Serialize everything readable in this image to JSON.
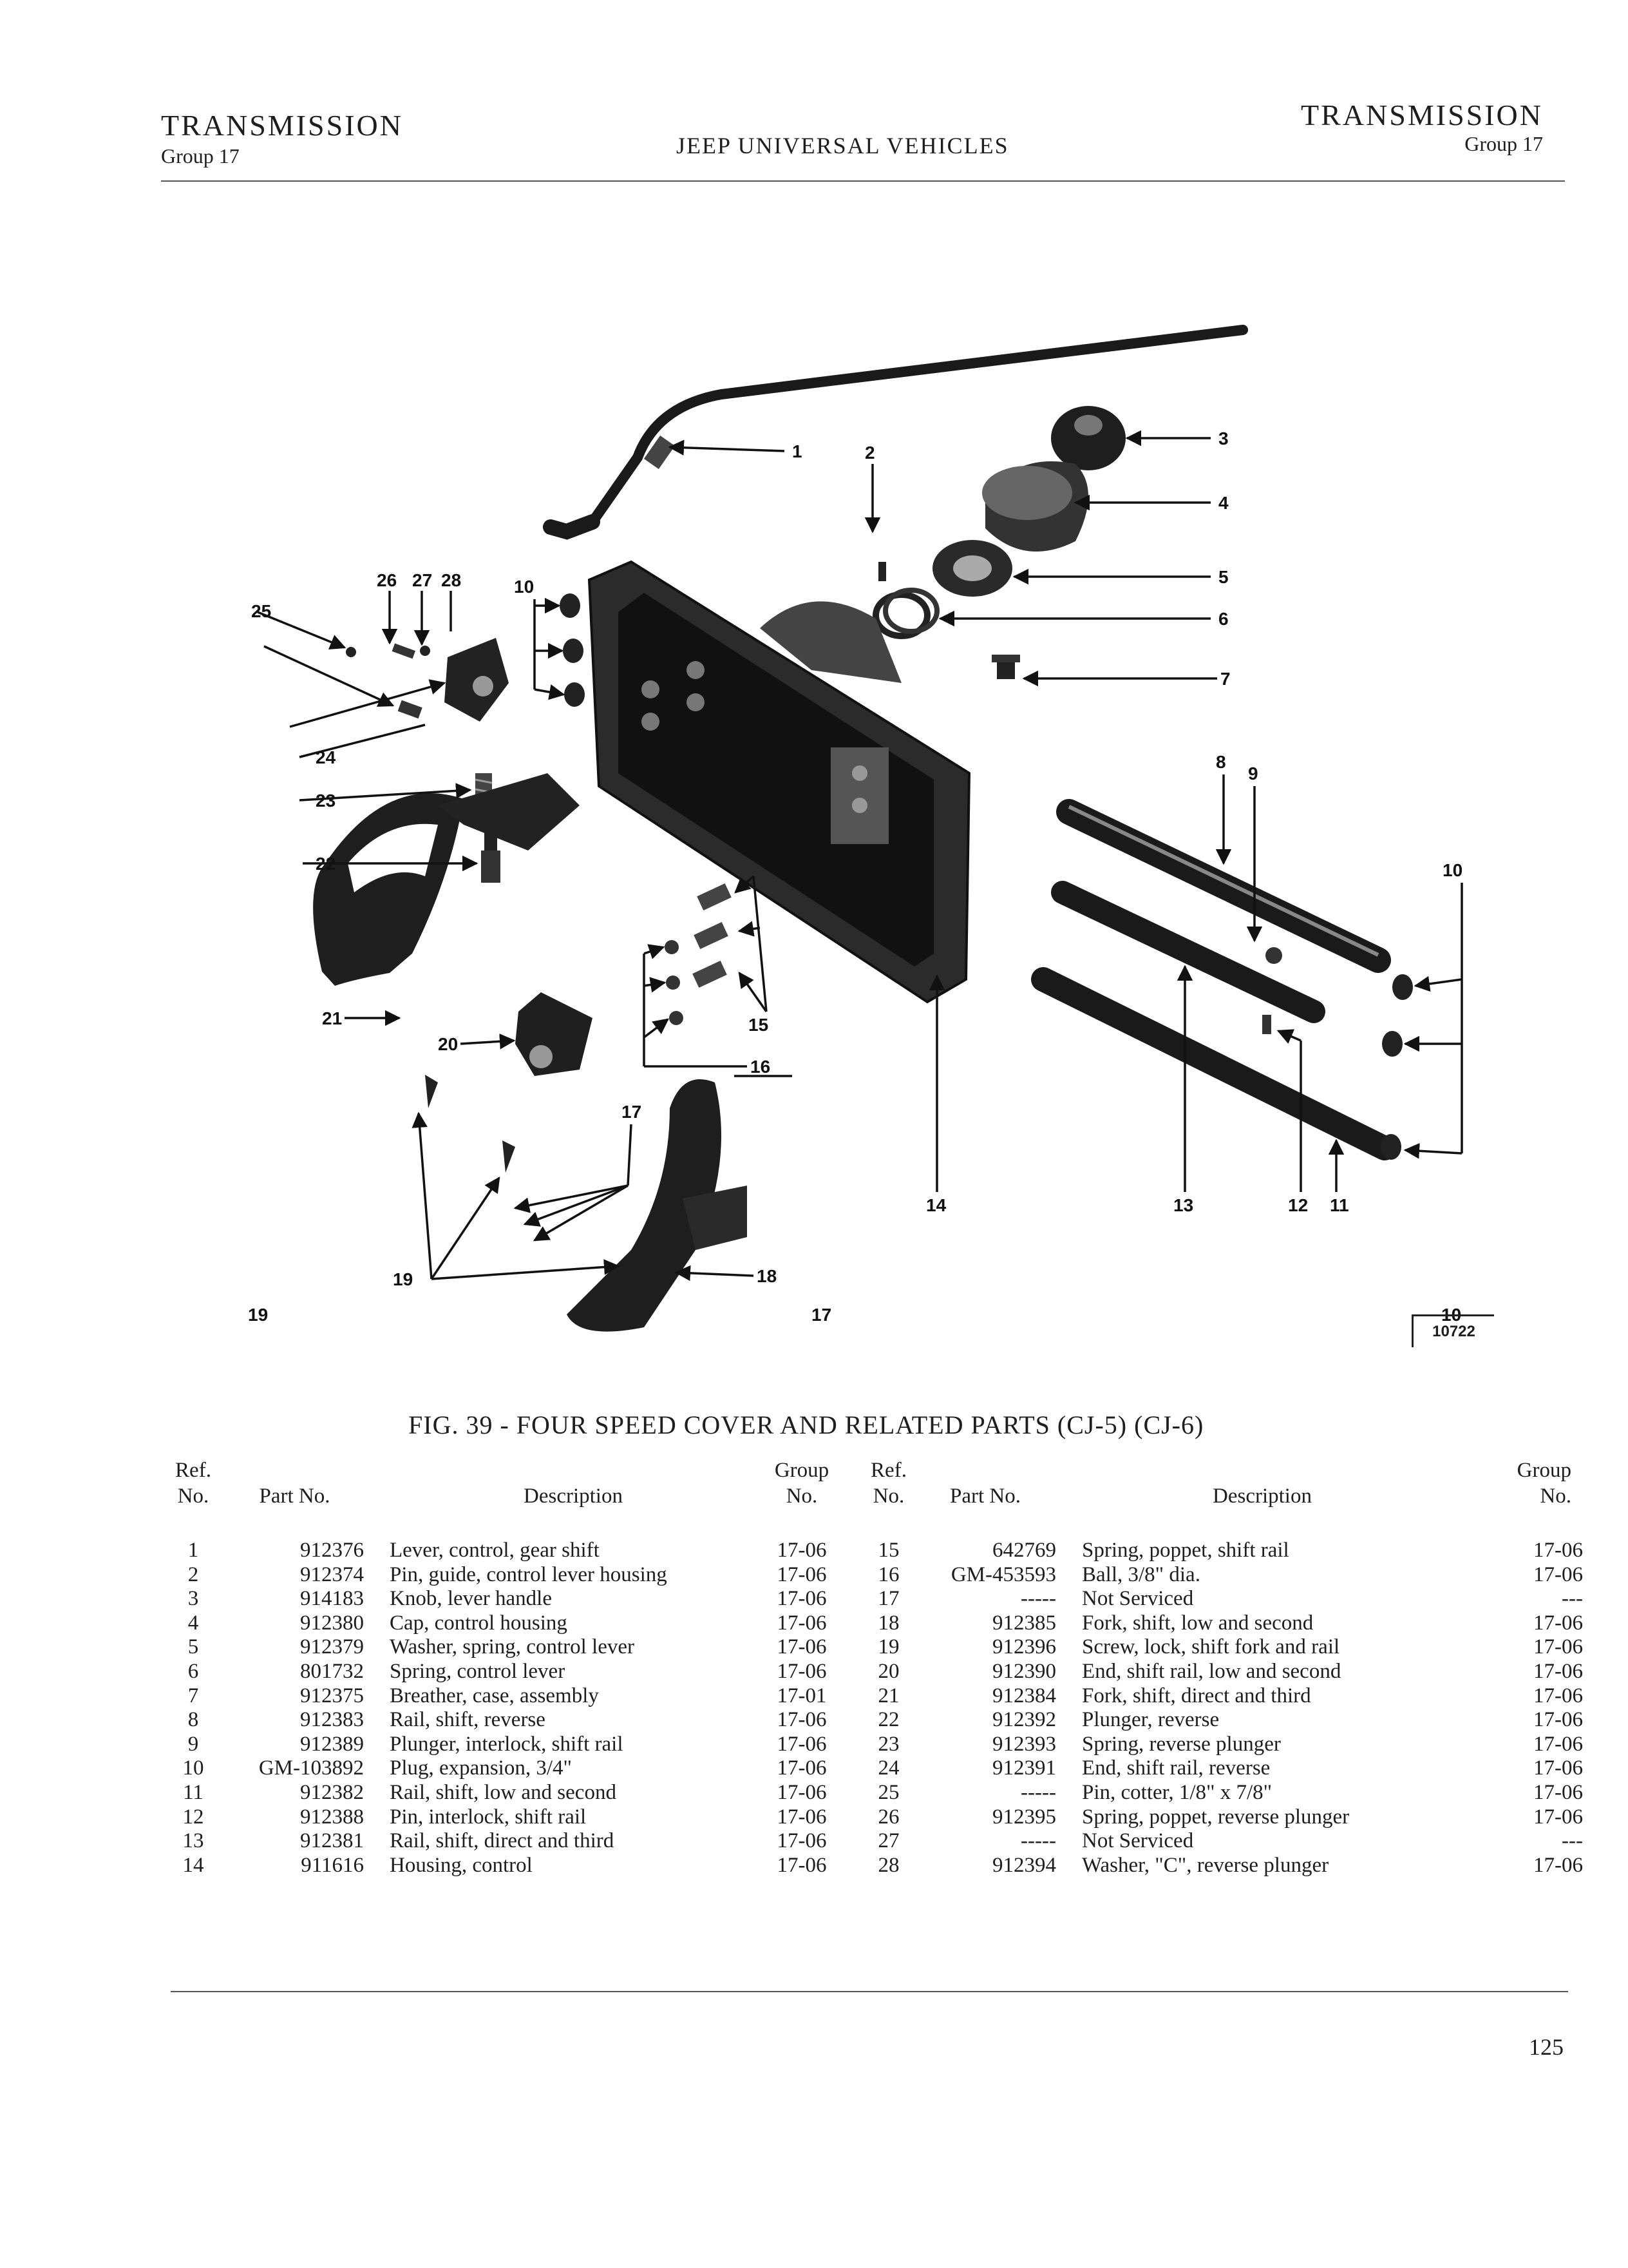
{
  "header": {
    "left_title": "TRANSMISSION",
    "left_group": "Group 17",
    "center_title": "JEEP UNIVERSAL VEHICLES",
    "right_title": "TRANSMISSION",
    "right_group": "Group 17"
  },
  "figure": {
    "callouts": [
      "1",
      "2",
      "3",
      "4",
      "5",
      "6",
      "7",
      "8",
      "9",
      "10",
      "10",
      "10",
      "11",
      "12",
      "13",
      "14",
      "15",
      "16",
      "17",
      "17",
      "18",
      "19",
      "19",
      "20",
      "21",
      "22",
      "23",
      "24",
      "25",
      "26",
      "27",
      "28"
    ],
    "figure_number": "10722",
    "caption": "FIG. 39 - FOUR SPEED COVER AND RELATED PARTS (CJ-5) (CJ-6)"
  },
  "table": {
    "headers": {
      "ref": [
        "Ref.",
        "No."
      ],
      "part": "Part No.",
      "description": "Description",
      "group": [
        "Group",
        "No."
      ]
    },
    "left_rows": [
      {
        "ref": "1",
        "part": "912376",
        "description": "Lever, control, gear shift",
        "group": "17-06"
      },
      {
        "ref": "2",
        "part": "912374",
        "description": "Pin, guide, control lever housing",
        "group": "17-06"
      },
      {
        "ref": "3",
        "part": "914183",
        "description": "Knob, lever handle",
        "group": "17-06"
      },
      {
        "ref": "4",
        "part": "912380",
        "description": "Cap, control housing",
        "group": "17-06"
      },
      {
        "ref": "5",
        "part": "912379",
        "description": "Washer, spring, control lever",
        "group": "17-06"
      },
      {
        "ref": "6",
        "part": "801732",
        "description": "Spring, control lever",
        "group": "17-06"
      },
      {
        "ref": "7",
        "part": "912375",
        "description": "Breather, case, assembly",
        "group": "17-01"
      },
      {
        "ref": "8",
        "part": "912383",
        "description": "Rail, shift, reverse",
        "group": "17-06"
      },
      {
        "ref": "9",
        "part": "912389",
        "description": "Plunger, interlock, shift rail",
        "group": "17-06"
      },
      {
        "ref": "10",
        "part": "GM-103892",
        "description": "Plug, expansion, 3/4\"",
        "group": "17-06"
      },
      {
        "ref": "11",
        "part": "912382",
        "description": "Rail, shift, low and second",
        "group": "17-06"
      },
      {
        "ref": "12",
        "part": "912388",
        "description": "Pin, interlock, shift rail",
        "group": "17-06"
      },
      {
        "ref": "13",
        "part": "912381",
        "description": "Rail, shift, direct and third",
        "group": "17-06"
      },
      {
        "ref": "14",
        "part": "911616",
        "description": "Housing, control",
        "group": "17-06"
      }
    ],
    "right_rows": [
      {
        "ref": "15",
        "part": "642769",
        "description": "Spring, poppet, shift rail",
        "group": "17-06"
      },
      {
        "ref": "16",
        "part": "GM-453593",
        "description": "Ball, 3/8\" dia.",
        "group": "17-06"
      },
      {
        "ref": "17",
        "part": "-----",
        "description": "Not Serviced",
        "group": "---"
      },
      {
        "ref": "18",
        "part": "912385",
        "description": "Fork, shift, low and second",
        "group": "17-06"
      },
      {
        "ref": "19",
        "part": "912396",
        "description": "Screw, lock, shift fork and rail",
        "group": "17-06"
      },
      {
        "ref": "20",
        "part": "912390",
        "description": "End, shift rail, low and second",
        "group": "17-06"
      },
      {
        "ref": "21",
        "part": "912384",
        "description": "Fork, shift, direct and third",
        "group": "17-06"
      },
      {
        "ref": "22",
        "part": "912392",
        "description": "Plunger, reverse",
        "group": "17-06"
      },
      {
        "ref": "23",
        "part": "912393",
        "description": "Spring, reverse plunger",
        "group": "17-06"
      },
      {
        "ref": "24",
        "part": "912391",
        "description": "End, shift rail, reverse",
        "group": "17-06"
      },
      {
        "ref": "25",
        "part": "-----",
        "description": "Pin, cotter, 1/8\" x 7/8\"",
        "group": "17-06"
      },
      {
        "ref": "26",
        "part": "912395",
        "description": "Spring, poppet, reverse plunger",
        "group": "17-06"
      },
      {
        "ref": "27",
        "part": "-----",
        "description": "Not Serviced",
        "group": "---"
      },
      {
        "ref": "28",
        "part": "912394",
        "description": "Washer, \"C\", reverse plunger",
        "group": "17-06"
      }
    ]
  },
  "page_number": "125"
}
